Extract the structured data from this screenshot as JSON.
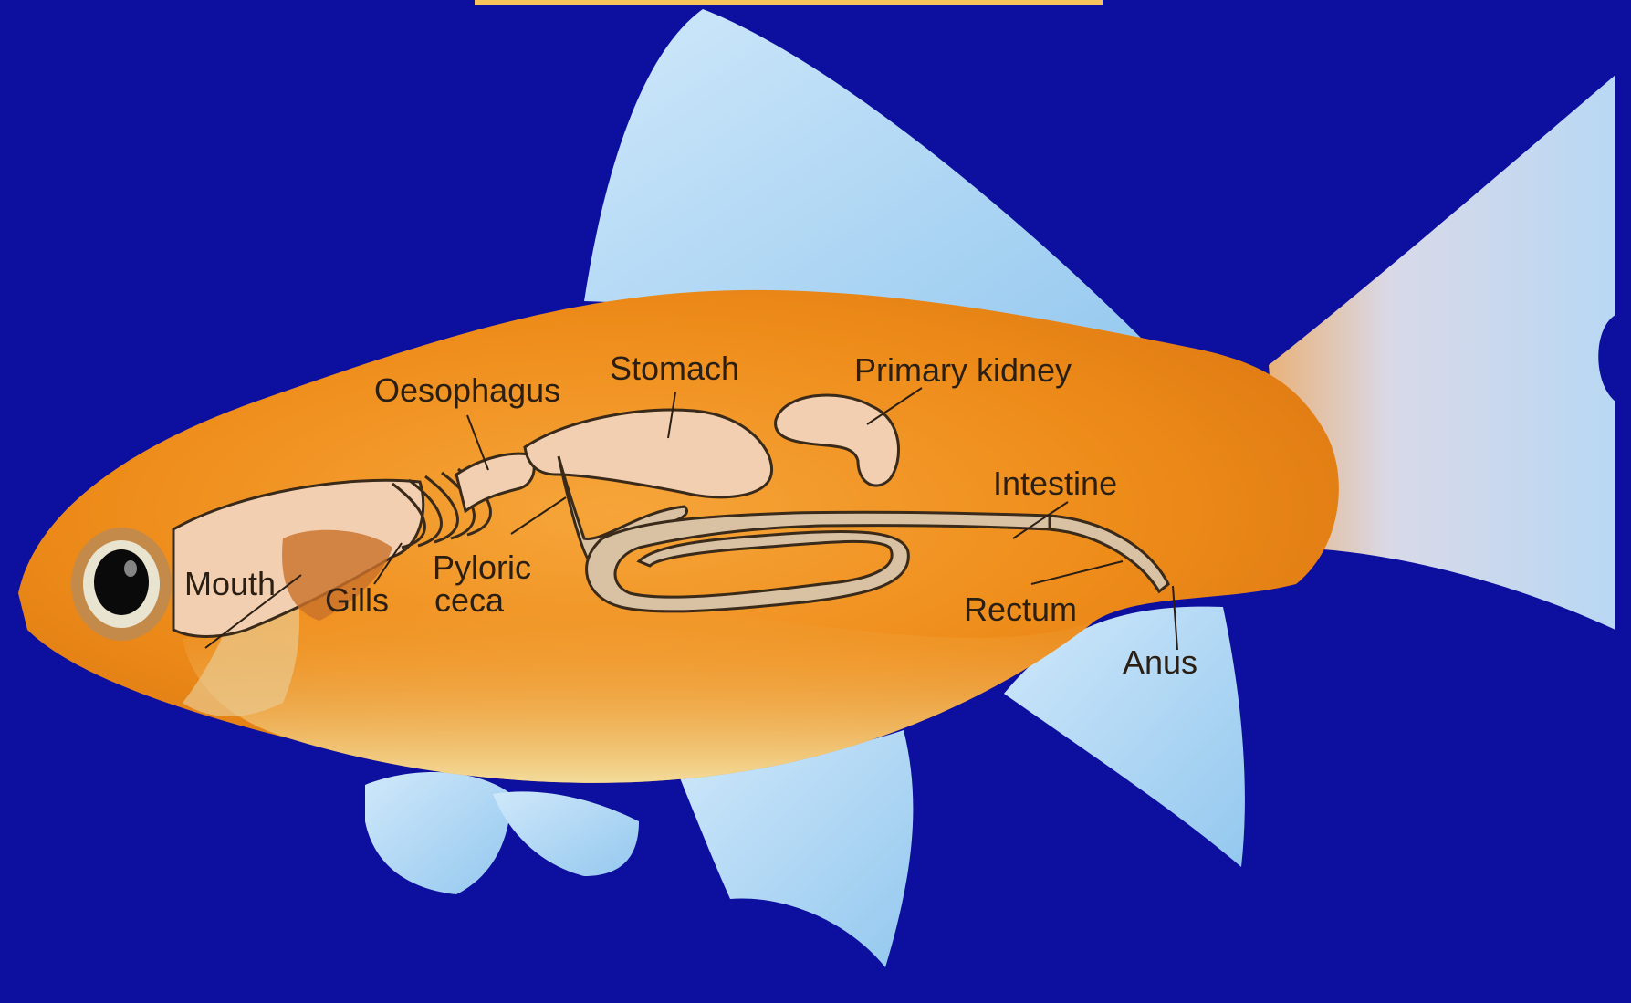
{
  "colors": {
    "background": "#0d0f9e",
    "top_bar": "#f6c45a",
    "body_orange": "#ee8f1c",
    "belly_cream": "#f0d48e",
    "fin_blue": "#a9d6f5",
    "organ_fill": "#f2cfb0",
    "gut_fill": "#d9c2a4",
    "outline": "#3a2a1a"
  },
  "labels": {
    "stomach": "Stomach",
    "oesophagus": "Oesophagus",
    "primary_kidney": "Primary kidney",
    "intestine": "Intestine",
    "mouth": "Mouth",
    "gills": "Gills",
    "pyloric_1": "Pyloric",
    "pyloric_2": "ceca",
    "rectum": "Rectum",
    "anus": "Anus"
  }
}
